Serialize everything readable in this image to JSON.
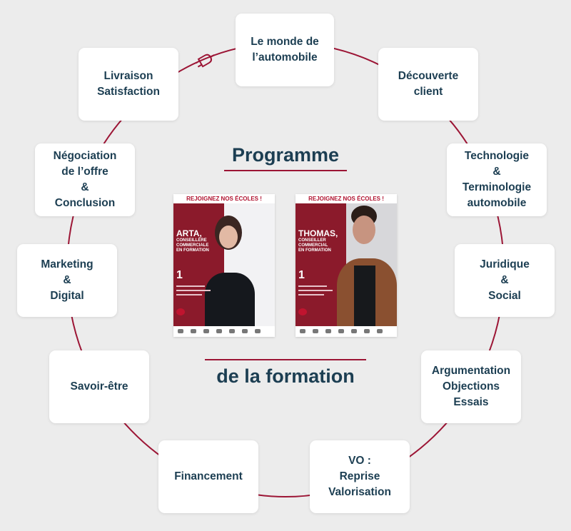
{
  "title_top": "Programme",
  "title_bottom": "de la formation",
  "colors": {
    "accent": "#9c1535",
    "text": "#1c3e52",
    "background": "#ececec"
  },
  "icons": {
    "ring": "plug-icon"
  },
  "modules": [
    {
      "label": "Le monde de\nl’automobile"
    },
    {
      "label": "Découverte\nclient"
    },
    {
      "label": "Technologie\n&\nTerminologie\nautomobile"
    },
    {
      "label": "Juridique\n&\nSocial"
    },
    {
      "label": "Argumentation\nObjections\nEssais"
    },
    {
      "label": "VO :\nReprise\nValorisation"
    },
    {
      "label": "Financement"
    },
    {
      "label": "Savoir-être"
    },
    {
      "label": "Marketing\n&\nDigital"
    },
    {
      "label": "Négociation\nde l’offre\n&\nConclusion"
    },
    {
      "label": "Livraison\nSatisfaction"
    }
  ],
  "posters": [
    {
      "banner": "REJOIGNEZ NOS ÉCOLES !",
      "name": "ARTA,",
      "role": "CONSEILLÈRE\nCOMMERCIALE\nEN FORMATION",
      "number": "1"
    },
    {
      "banner": "REJOIGNEZ NOS ÉCOLES !",
      "name": "THOMAS,",
      "role": "CONSEILLER\nCOMMERCIAL\nEN FORMATION",
      "number": "1"
    }
  ]
}
